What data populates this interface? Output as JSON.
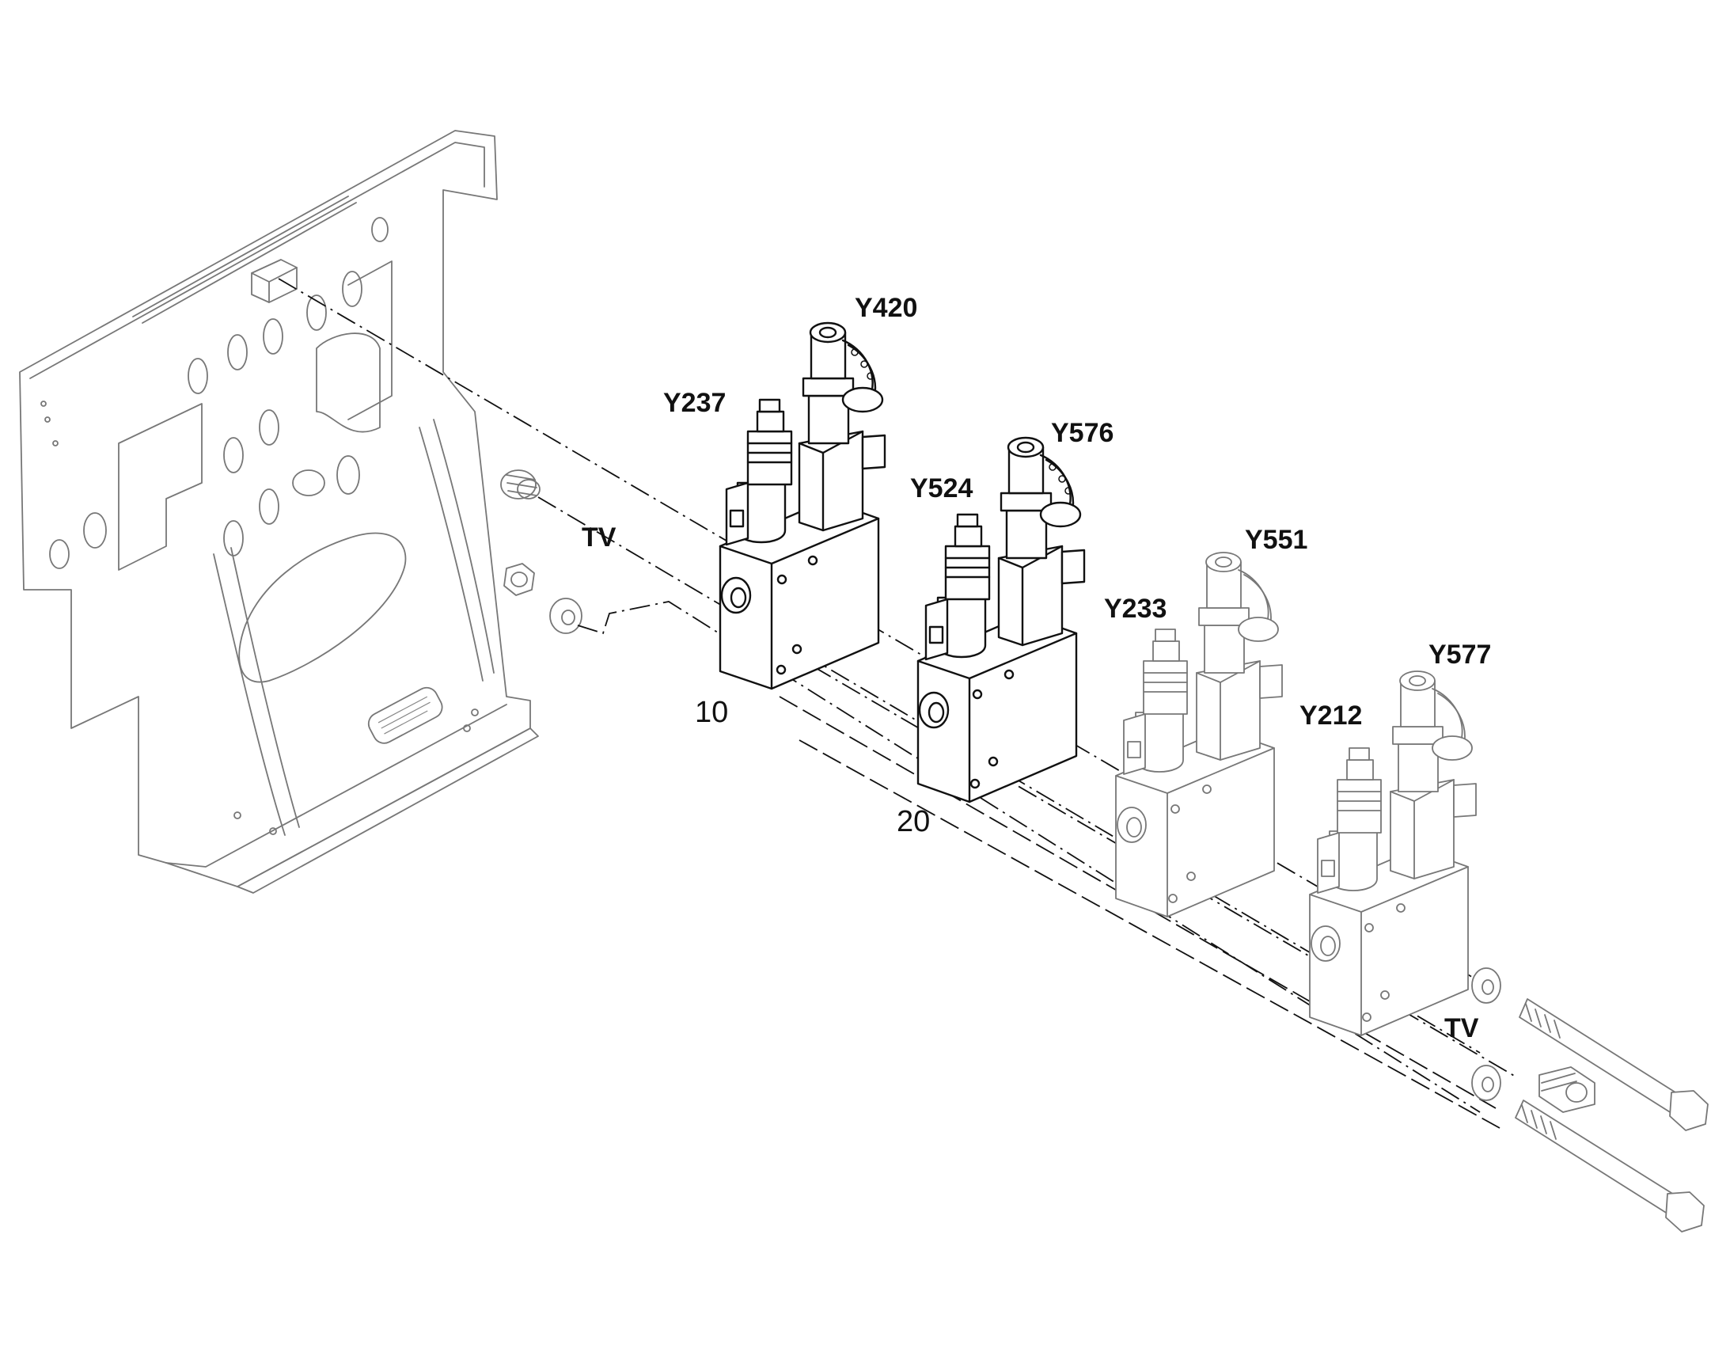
{
  "labels": {
    "y420": "Y420",
    "y237": "Y237",
    "y576": "Y576",
    "y524": "Y524",
    "y551": "Y551",
    "y233": "Y233",
    "y577": "Y577",
    "y212": "Y212",
    "tv_left": "TV",
    "tv_right": "TV",
    "pos_10": "10",
    "pos_20": "20"
  },
  "colors": {
    "ink": "#111111",
    "ghost": "#777777",
    "background": "#ffffff"
  }
}
